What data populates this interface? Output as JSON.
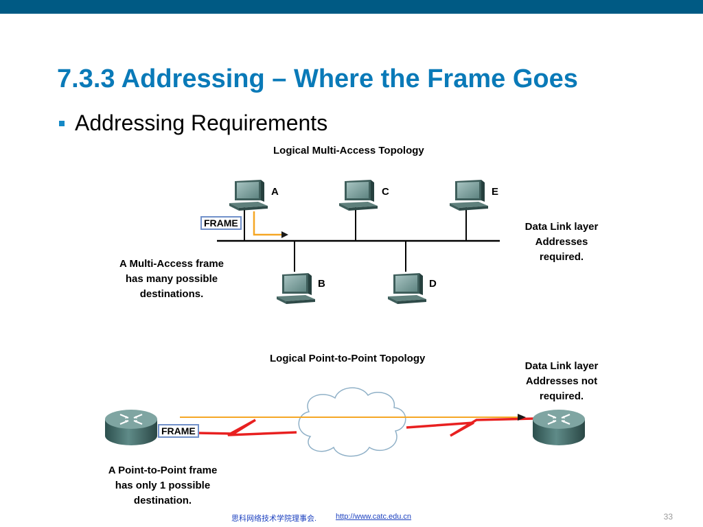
{
  "slide": {
    "title": "7.3.3 Addressing – Where the Frame Goes",
    "bullet": "Addressing Requirements"
  },
  "multi_access": {
    "title": "Logical Multi-Access Topology",
    "hosts": [
      "A",
      "B",
      "C",
      "D",
      "E"
    ],
    "frame_label": "FRAME",
    "note_left": [
      "A Multi-Access frame",
      "has many possible",
      "destinations."
    ],
    "note_right": [
      "Data Link layer",
      "Addresses",
      "required."
    ]
  },
  "point_to_point": {
    "title": "Logical Point-to-Point Topology",
    "frame_label": "FRAME",
    "note_left": [
      "A Point-to-Point frame",
      "has only 1 possible",
      "destination."
    ],
    "note_right": [
      "Data Link layer",
      "Addresses not",
      "required."
    ]
  },
  "footer": {
    "org": "思科网络技术学院理事会.",
    "url": "http://www.catc.edu.cn",
    "page": "33"
  },
  "colors": {
    "top_bar": "#005a84",
    "title": "#0a7ab8",
    "frame_border": "#6f8fc9",
    "frame_arrow": "#f5a623",
    "serial_link": "#e82020"
  }
}
